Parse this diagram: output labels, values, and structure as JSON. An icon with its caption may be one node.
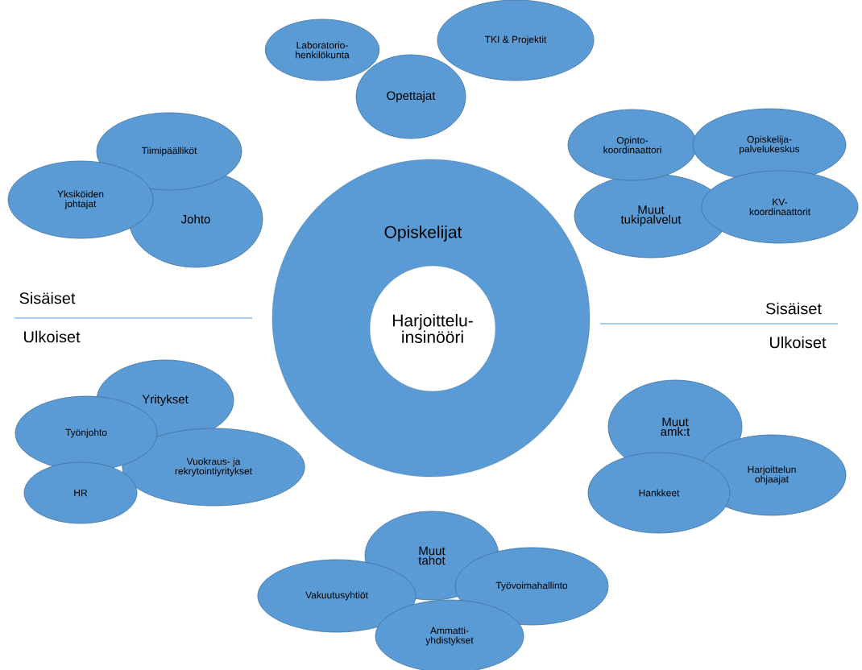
{
  "diagram": {
    "nodes": [
      {
        "text": [
          "Opiskelijat"
        ]
      },
      {
        "text": [
          "Harjoittelu- insinööri"
        ],
        "in": 0
      },
      {
        "text": [
          "Opettajat"
        ]
      },
      {
        "text": [
          "Laboratorio- henkilökunta"
        ]
      },
      {
        "text": [
          "TKI & Projektit"
        ]
      },
      {
        "text": [
          "Johto"
        ]
      },
      {
        "text": [
          "Tiimipäälliköt"
        ]
      },
      {
        "text": [
          "Yksiköiden johtajat"
        ]
      },
      {
        "text": [
          "Muut tukipalvelut"
        ]
      },
      {
        "text": [
          "Opinto- koordinaattori"
        ]
      },
      {
        "text": [
          "Opiskelija- palvelukeskus"
        ]
      },
      {
        "text": [
          "KV- koordinaattorit"
        ]
      },
      {
        "text": [
          "Yritykset"
        ]
      },
      {
        "text": [
          "Vuokraus- ja rekrytointiyritykset"
        ]
      },
      {
        "text": [
          "Työnjohto"
        ]
      },
      {
        "text": [
          "HR"
        ]
      },
      {
        "text": [
          "Muut amk:t"
        ]
      },
      {
        "text": [
          "Harjoittelun ohjaajat"
        ]
      },
      {
        "text": [
          "Hankkeet"
        ]
      },
      {
        "text": [
          "Muut tahot"
        ]
      },
      {
        "text": [
          "Vakuutusyhtiöt"
        ]
      },
      {
        "text": [
          "Työvoimahallinto"
        ]
      },
      {
        "text": [
          "Ammatti- yhdistykset"
        ]
      }
    ],
    "edges": [],
    "labels": [
      "Sisäiset",
      "Ulkoiset",
      "Sisäiset",
      "Ulkoiset"
    ]
  }
}
